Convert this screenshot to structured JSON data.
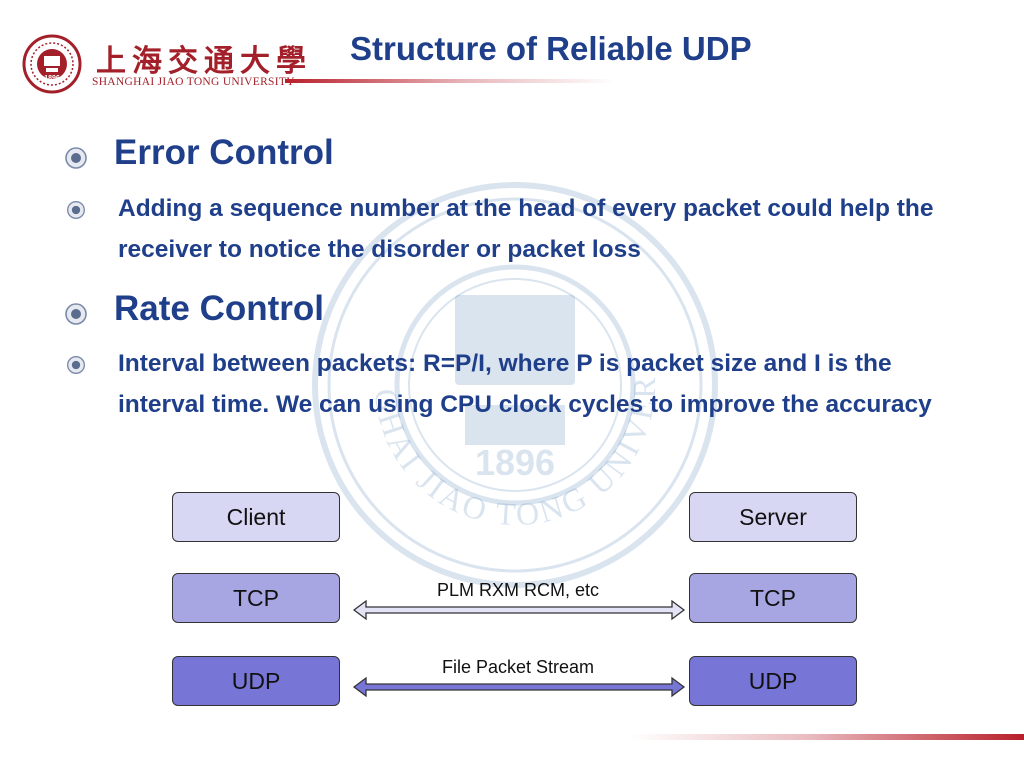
{
  "header": {
    "logo_cn": "上海交通大學",
    "logo_en": "SHANGHAI JIAO TONG UNIVERSITY",
    "seal_year": "1896",
    "title": "Structure of Reliable UDP"
  },
  "bullets": [
    {
      "level": 1,
      "text": "Error Control"
    },
    {
      "level": 2,
      "text": "Adding a sequence number at the head of every packet could help the receiver to notice the disorder or packet loss"
    },
    {
      "level": 1,
      "text": "Rate Control"
    },
    {
      "level": 2,
      "text": "Interval between packets: R=P/I, where P is packet size and I is the interval time. We can using CPU clock cycles to improve the accuracy"
    }
  ],
  "diagram": {
    "left": [
      "Client",
      "TCP",
      "UDP"
    ],
    "right": [
      "Server",
      "TCP",
      "UDP"
    ],
    "arrows": [
      "PLM RXM RCM, etc",
      "File Packet Stream"
    ]
  },
  "watermark": {
    "ring_text": "SHANGHAI JIAO TONG UNIVERSITY",
    "year": "1896"
  },
  "colors": {
    "title": "#1f3f8a",
    "brand_red": "#a3202a",
    "box_light": "#d7d6f3",
    "box_mid": "#a8a6e2",
    "box_dark": "#7775d6"
  }
}
